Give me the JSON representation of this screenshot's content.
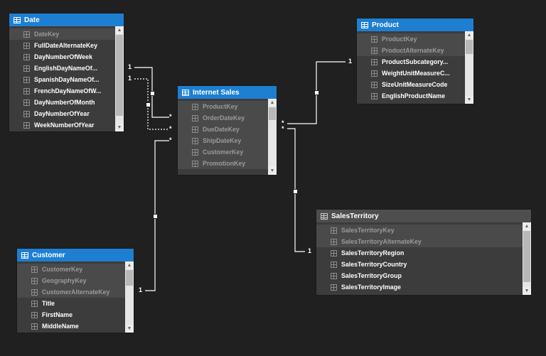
{
  "tables": {
    "date": {
      "title": "Date",
      "columns": [
        "DateKey",
        "FullDateAlternateKey",
        "DayNumberOfWeek",
        "EnglishDayNameOf...",
        "SpanishDayNameOf...",
        "FrenchDayNameOfW...",
        "DayNumberOfMonth",
        "DayNumberOfYear",
        "WeekNumberOfYear"
      ],
      "key_count": 1
    },
    "product": {
      "title": "Product",
      "columns": [
        "ProductKey",
        "ProductAlternateKey",
        "ProductSubcategory...",
        "WeightUnitMeasureC...",
        "SizeUnitMeasureCode",
        "EnglishProductName"
      ],
      "key_count": 2
    },
    "internet_sales": {
      "title": "Internet Sales",
      "columns": [
        "ProductKey",
        "OrderDateKey",
        "DueDateKey",
        "ShipDateKey",
        "CustomerKey",
        "PromotionKey"
      ],
      "key_count": 6
    },
    "sales_territory": {
      "title": "SalesTerritory",
      "columns": [
        "SalesTerritoryKey",
        "SalesTerritoryAlternateKey",
        "SalesTerritoryRegion",
        "SalesTerritoryCountry",
        "SalesTerritoryGroup",
        "SalesTerritoryImage"
      ],
      "key_count": 2
    },
    "customer": {
      "title": "Customer",
      "columns": [
        "CustomerKey",
        "GeographyKey",
        "CustomerAlternateKey",
        "Title",
        "FirstName",
        "MiddleName"
      ],
      "key_count": 3
    }
  },
  "cardinality": {
    "one": "1",
    "many": "*"
  },
  "colors": {
    "canvas": "#202020",
    "active_header": "#1e7fd2",
    "inactive_header": "#4e4e4e",
    "line": "#ffffff"
  },
  "icons": {
    "table": "table-icon",
    "column": "column-icon",
    "scroll_up": "▲",
    "scroll_down": "▼"
  }
}
